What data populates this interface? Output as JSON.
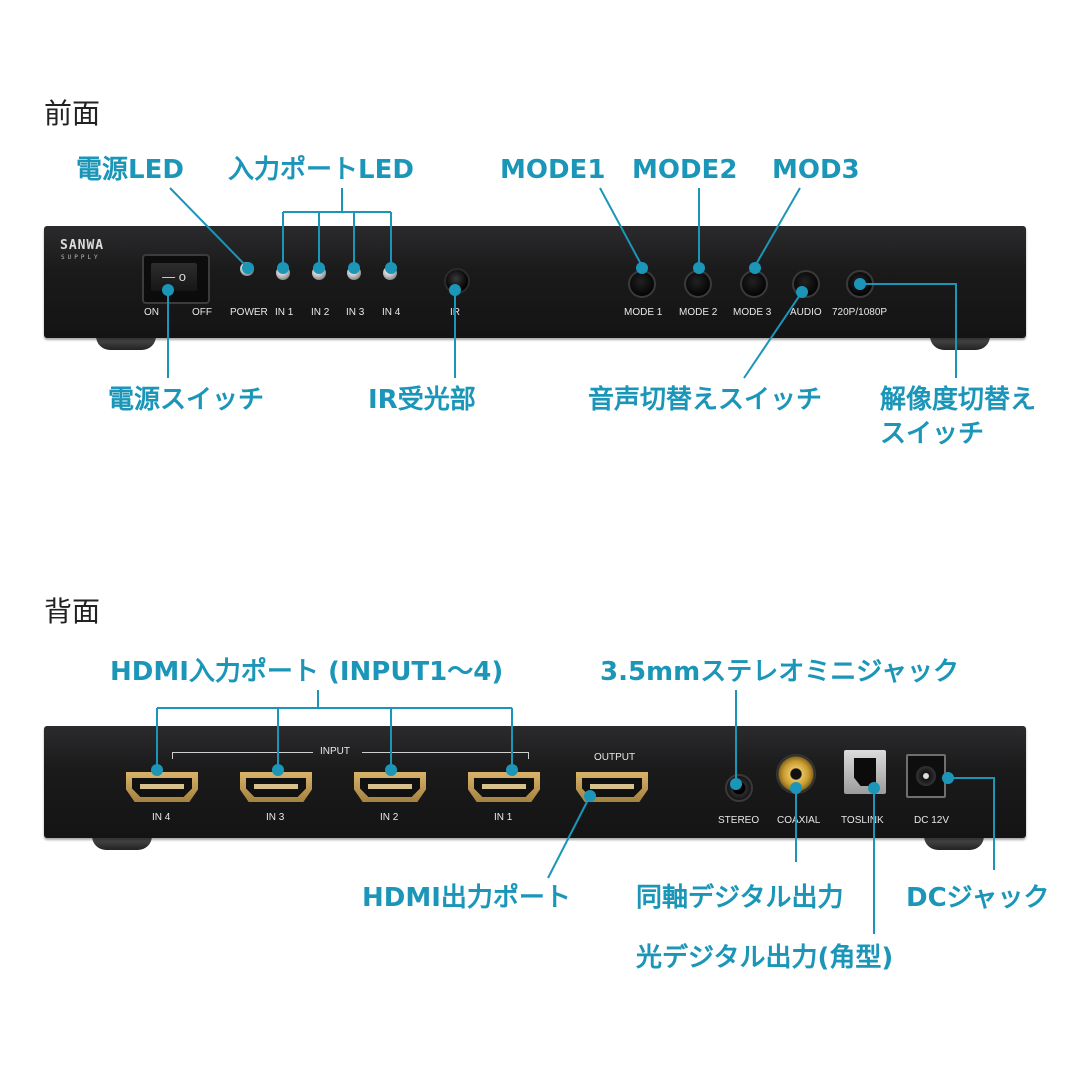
{
  "front": {
    "section_title": "前面",
    "brand": {
      "name": "SANWA",
      "sub": "SUPPLY"
    },
    "panel_labels": {
      "on": "ON",
      "off": "OFF",
      "power": "POWER",
      "in1": "IN 1",
      "in2": "IN 2",
      "in3": "IN 3",
      "in4": "IN 4",
      "ir": "IR",
      "mode1": "MODE 1",
      "mode2": "MODE 2",
      "mode3": "MODE 3",
      "audio": "AUDIO",
      "resolution": "720P/1080P"
    },
    "callouts": {
      "power_led": "電源LED",
      "input_led": "入力ポートLED",
      "mode1": "MODE1",
      "mode2": "MODE2",
      "mode3": "MOD3",
      "power_switch": "電源スイッチ",
      "ir_receiver": "IR受光部",
      "audio_switch": "音声切替えスイッチ",
      "resolution_switch_line1": "解像度切替え",
      "resolution_switch_line2": "スイッチ"
    }
  },
  "rear": {
    "section_title": "背面",
    "panel_labels": {
      "input": "INPUT",
      "output": "OUTPUT",
      "in4": "IN 4",
      "in3": "IN 3",
      "in2": "IN 2",
      "in1": "IN 1",
      "stereo": "STEREO",
      "coaxial": "COAXIAL",
      "toslink": "TOSLINK",
      "dc": "DC 12V"
    },
    "callouts": {
      "hdmi_inputs": "HDMI入力ポート (INPUT1〜4)",
      "stereo_jack": "3.5mmステレオミニジャック",
      "hdmi_output": "HDMI出力ポート",
      "coaxial_out": "同軸デジタル出力",
      "dc_jack": "DCジャック",
      "optical_out": "光デジタル出力(角型)"
    }
  },
  "colors": {
    "accent": "#1b96b8",
    "device": "#1c1c1d",
    "hdmi_gold": "#c9a35a"
  }
}
